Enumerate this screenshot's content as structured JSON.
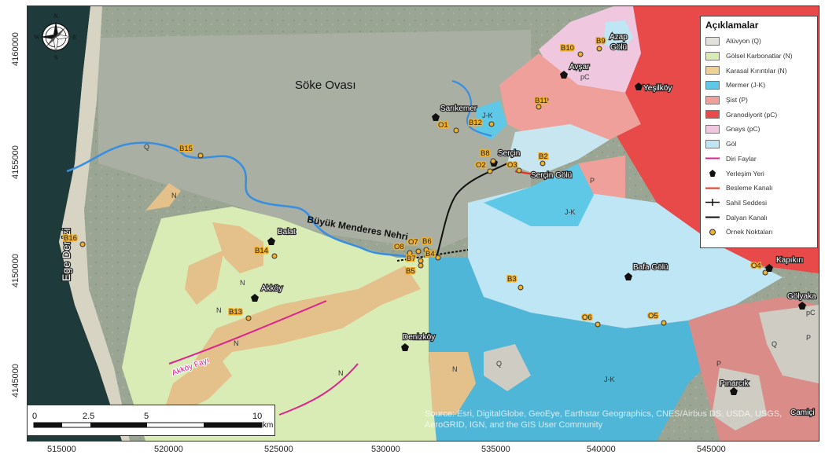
{
  "map": {
    "x_ticks": [
      "515000",
      "520000",
      "525000",
      "530000",
      "535000",
      "540000",
      "545000"
    ],
    "y_ticks": [
      "4160000",
      "4155000",
      "4150000",
      "4145000"
    ],
    "labels": {
      "soke_ovasi": "Söke Ovası",
      "ege_denizi": "Ege Denizi",
      "menderes": "Büyük Menderes Nehri",
      "balat": "Balat",
      "akkoy": "Akköy",
      "akkoy_fayi": "Akköy Fayı",
      "denizkoy": "Denizköy",
      "sarikemer": "Sarıkemer",
      "sercin": "Serçin",
      "sercin_golu": "Serçin Gölü",
      "avsar": "Avşar",
      "azap_golu_1": "Azap",
      "azap_golu_2": "Gölü",
      "yesilkoy": "Yeşilköy",
      "bafa_golu": "Bafa Gölü",
      "kapikiri": "Kapıkırı",
      "golyaka": "Gölyaka",
      "pinarcik": "Pınarcık",
      "camici": "Camiçi"
    },
    "unit_labels": {
      "q": "Q",
      "n": "N",
      "jk": "J-K",
      "p": "P",
      "pc": "pC"
    },
    "sample_points": [
      "B10",
      "B9",
      "B11",
      "B12",
      "O1",
      "B15",
      "B8",
      "O2",
      "O3",
      "B2",
      "B16",
      "B14",
      "O8",
      "O7",
      "B6",
      "B7",
      "B4",
      "B5",
      "B3",
      "B13",
      "O6",
      "O5",
      "O4"
    ],
    "compass": {
      "n": "N",
      "s": "S",
      "e": "E",
      "w": "W"
    },
    "scale": {
      "ticks": [
        "0",
        "2.5",
        "5",
        "10"
      ],
      "unit": "km"
    },
    "source": "Source: Esri, DigitalGlobe, GeoEye, Earthstar Geographics, CNES/Airbus DS, USDA, USGS, AeroGRID, IGN, and the GIS User Community"
  },
  "legend": {
    "title": "Açıklamalar",
    "items": [
      {
        "label": "Alüvyon (Q)",
        "kind": "fill",
        "color": "#e4e1dc"
      },
      {
        "label": "Gölsel Karbonatlar (N)",
        "kind": "fill",
        "color": "#d9ecb6"
      },
      {
        "label": "Karasal Kırıntılar (N)",
        "kind": "fill",
        "color": "#f0cf92"
      },
      {
        "label": "Mermer (J-K)",
        "kind": "fill",
        "color": "#5ec8e6"
      },
      {
        "label": "Şist (P)",
        "kind": "fill",
        "color": "#f0a09a"
      },
      {
        "label": "Granodiyorit (pC)",
        "kind": "fill",
        "color": "#e84a4a"
      },
      {
        "label": "Gnays (pC)",
        "kind": "fill",
        "color": "#efc8df"
      },
      {
        "label": "Göl",
        "kind": "fill",
        "color": "#bfe6f4"
      },
      {
        "label": "Diri Faylar",
        "kind": "line",
        "color": "#e0208e"
      },
      {
        "label": "Yerleşim Yeri",
        "kind": "pentagon",
        "color": "#111111"
      },
      {
        "label": "Besleme Kanalı",
        "kind": "line",
        "color": "#e83020"
      },
      {
        "label": "Sahil Seddesi",
        "kind": "hatch",
        "color": "#111111"
      },
      {
        "label": "Dalyan Kanalı",
        "kind": "line",
        "color": "#111111"
      },
      {
        "label": "Örnek Noktaları",
        "kind": "point",
        "color": "#f2b12d"
      }
    ]
  }
}
